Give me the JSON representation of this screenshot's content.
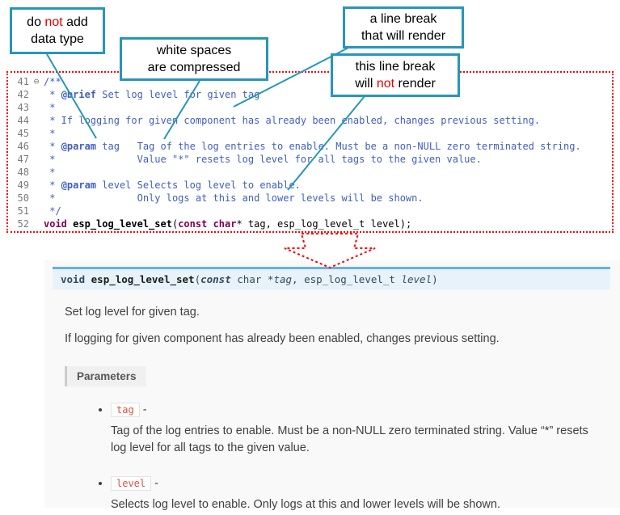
{
  "colors": {
    "callout_border": "#2796bb",
    "highlight_red": "#ff0000",
    "not_word_red": "#e00000",
    "comment_text": "#3f5fbf",
    "keyword_text": "#7f0055",
    "sig_background": "#e7f2fa",
    "sig_border_top": "#6ab0de",
    "panel_background": "#f9f9f9",
    "chip_text": "#e74c3c"
  },
  "callouts": {
    "box1": {
      "line1_pre": "do ",
      "line1_red": "not",
      "line1_post": " add",
      "line2": "data type"
    },
    "box2": {
      "line1": "white spaces",
      "line2": "are compressed"
    },
    "box3": {
      "line1": "a line break",
      "line2": "that will render"
    },
    "box4": {
      "line1": "this line break",
      "line2_pre": "will ",
      "line2_red": "not",
      "line2_post": " render"
    }
  },
  "editor": {
    "lines": [
      {
        "num": "41",
        "fold": "⊖",
        "segments": [
          {
            "t": "/**",
            "s": "comment"
          }
        ]
      },
      {
        "num": "42",
        "fold": "",
        "segments": [
          {
            "t": " * ",
            "s": "comment"
          },
          {
            "t": "@brief",
            "s": "tag"
          },
          {
            "t": " Set log level for given tag",
            "s": "comment"
          }
        ]
      },
      {
        "num": "43",
        "fold": "",
        "segments": [
          {
            "t": " *",
            "s": "comment"
          }
        ]
      },
      {
        "num": "44",
        "fold": "",
        "segments": [
          {
            "t": " * If logging for given component has already been enabled, changes previous setting.",
            "s": "comment"
          }
        ]
      },
      {
        "num": "45",
        "fold": "",
        "segments": [
          {
            "t": " *",
            "s": "comment"
          }
        ]
      },
      {
        "num": "46",
        "fold": "",
        "segments": [
          {
            "t": " * ",
            "s": "comment"
          },
          {
            "t": "@param",
            "s": "tag"
          },
          {
            "t": " tag   Tag of the log entries to enable. Must be a non-NULL zero terminated string.",
            "s": "comment"
          }
        ]
      },
      {
        "num": "47",
        "fold": "",
        "segments": [
          {
            "t": " *              Value \"*\" resets log level for all tags to the given value.",
            "s": "comment"
          }
        ]
      },
      {
        "num": "48",
        "fold": "",
        "segments": [
          {
            "t": " *",
            "s": "comment"
          }
        ]
      },
      {
        "num": "49",
        "fold": "",
        "segments": [
          {
            "t": " * ",
            "s": "comment"
          },
          {
            "t": "@param",
            "s": "tag"
          },
          {
            "t": " level Selects log level to enable.",
            "s": "comment"
          }
        ]
      },
      {
        "num": "50",
        "fold": "",
        "segments": [
          {
            "t": " *              Only logs at this and lower levels will be shown.",
            "s": "comment"
          }
        ]
      },
      {
        "num": "51",
        "fold": "",
        "segments": [
          {
            "t": " */",
            "s": "comment"
          }
        ]
      },
      {
        "num": "52",
        "fold": "",
        "segments": [
          {
            "t": "void",
            "s": "kw"
          },
          {
            "t": " ",
            "s": "plain"
          },
          {
            "t": "esp_log_level_set",
            "s": "func"
          },
          {
            "t": "(",
            "s": "plain"
          },
          {
            "t": "const",
            "s": "kw"
          },
          {
            "t": " ",
            "s": "plain"
          },
          {
            "t": "char",
            "s": "kw"
          },
          {
            "t": "* tag, esp_log_level_t level);",
            "s": "plain"
          }
        ]
      }
    ]
  },
  "doc": {
    "signature": {
      "segments": [
        {
          "t": "void ",
          "s": "kw"
        },
        {
          "t": "esp_log_level_set",
          "s": "name"
        },
        {
          "t": "(",
          "s": "plain"
        },
        {
          "t": "const",
          "s": "kwi"
        },
        {
          "t": " char *",
          "s": "plain"
        },
        {
          "t": "tag",
          "s": "param"
        },
        {
          "t": ", esp_log_level_t ",
          "s": "plain"
        },
        {
          "t": "level",
          "s": "param"
        },
        {
          "t": ")",
          "s": "plain"
        }
      ]
    },
    "brief": "Set log level for given tag.",
    "description": "If logging for given component has already been enabled, changes previous setting.",
    "parameters_label": "Parameters",
    "params": [
      {
        "name": "tag",
        "sep": " -",
        "desc": "Tag of the log entries to enable. Must be a non-NULL zero terminated string. Value “*” resets log level for all tags to the given value."
      },
      {
        "name": "level",
        "sep": " -",
        "desc": "Selects log level to enable. Only logs at this and lower levels will be shown."
      }
    ]
  }
}
